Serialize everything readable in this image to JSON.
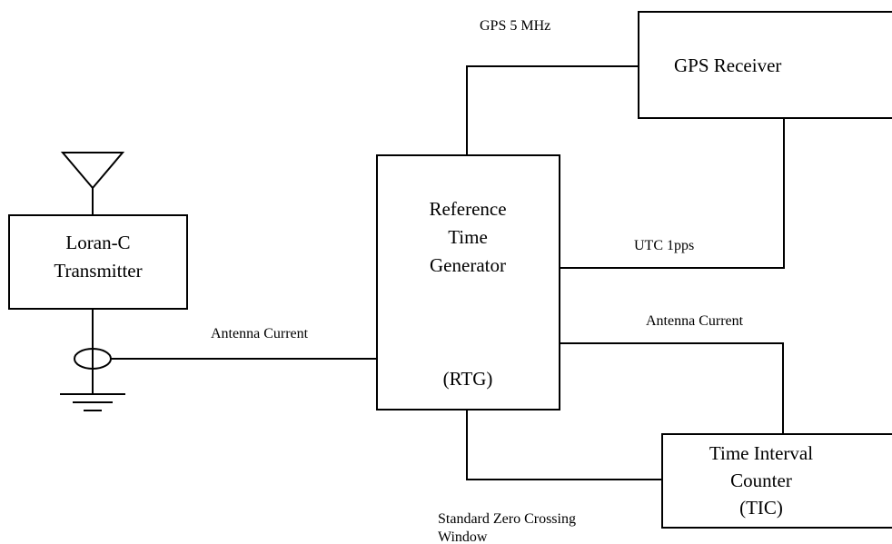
{
  "blocks": {
    "transmitter": {
      "line1": "Loran-C",
      "line2": "Transmitter"
    },
    "rtg": {
      "line1": "Reference",
      "line2": "Time",
      "line3": "Generator",
      "abbrev": "(RTG)"
    },
    "gps": {
      "label": "GPS Receiver"
    },
    "tic": {
      "line1": "Time Interval",
      "line2": "Counter",
      "abbrev": "(TIC)"
    }
  },
  "signals": {
    "gps_5mhz": "GPS 5 MHz",
    "utc_1pps": "UTC 1pps",
    "antenna_current_left": "Antenna Current",
    "antenna_current_right": "Antenna Current",
    "zero_crossing_line1": "Standard Zero Crossing",
    "zero_crossing_line2": "Window"
  }
}
